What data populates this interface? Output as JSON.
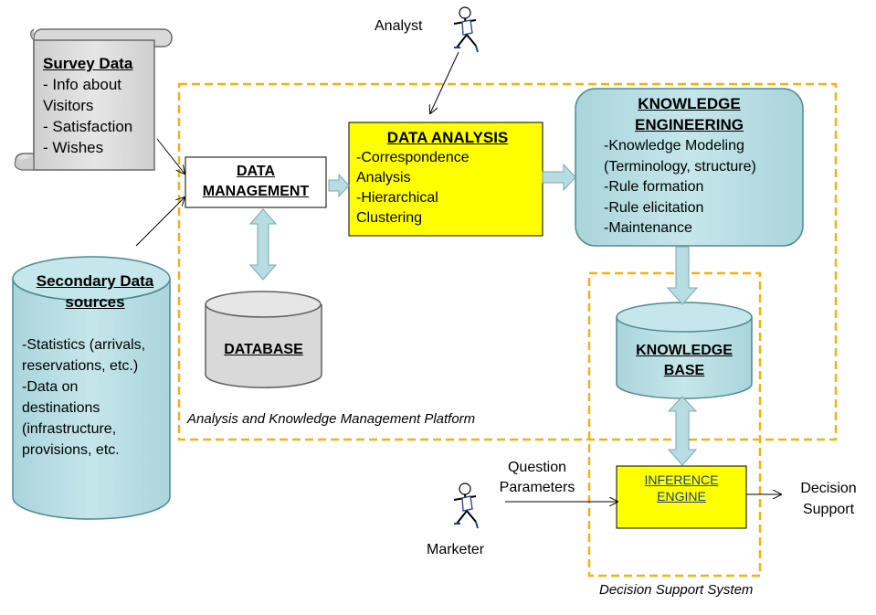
{
  "colors": {
    "cyan_fill": "#b7dde2",
    "cyan_stroke": "#4f8a91",
    "yellow_fill": "#ffff00",
    "grey_fill": "#d9d9d9",
    "dash_orange": "#f2b114"
  },
  "survey": {
    "title": "Survey Data",
    "lines": [
      "- Info about",
      "Visitors",
      "- Satisfaction",
      "- Wishes"
    ]
  },
  "secondary": {
    "title_line1": "Secondary Data",
    "title_line2": "sources",
    "lines": [
      "-Statistics (arrivals,",
      "reservations, etc.)",
      "-Data on",
      "destinations",
      "(infrastructure,",
      "provisions, etc."
    ]
  },
  "data_management": {
    "line1": "DATA",
    "line2": "MANAGEMENT"
  },
  "database": {
    "label": "DATABASE"
  },
  "data_analysis": {
    "title": "DATA ANALYSIS",
    "lines": [
      "-Correspondence",
      "Analysis",
      "-Hierarchical",
      "Clustering"
    ]
  },
  "knowledge_engineering": {
    "title_line1": "KNOWLEDGE",
    "title_line2": "ENGINEERING",
    "lines": [
      "-Knowledge Modeling",
      "(Terminology, structure)",
      "-Rule formation",
      "-Rule elicitation",
      "-Maintenance"
    ]
  },
  "knowledge_base": {
    "line1": "KNOWLEDGE",
    "line2": "BASE"
  },
  "inference_engine": {
    "line1": "INFERENCE",
    "line2": "ENGINE"
  },
  "actors": {
    "analyst": "Analyst",
    "marketer": "Marketer"
  },
  "question": {
    "line1": "Question",
    "line2": "Parameters"
  },
  "decision_support": {
    "line1": "Decision",
    "line2": "Support"
  },
  "platform_label": "Analysis and Knowledge Management Platform",
  "dss_label": "Decision Support System"
}
